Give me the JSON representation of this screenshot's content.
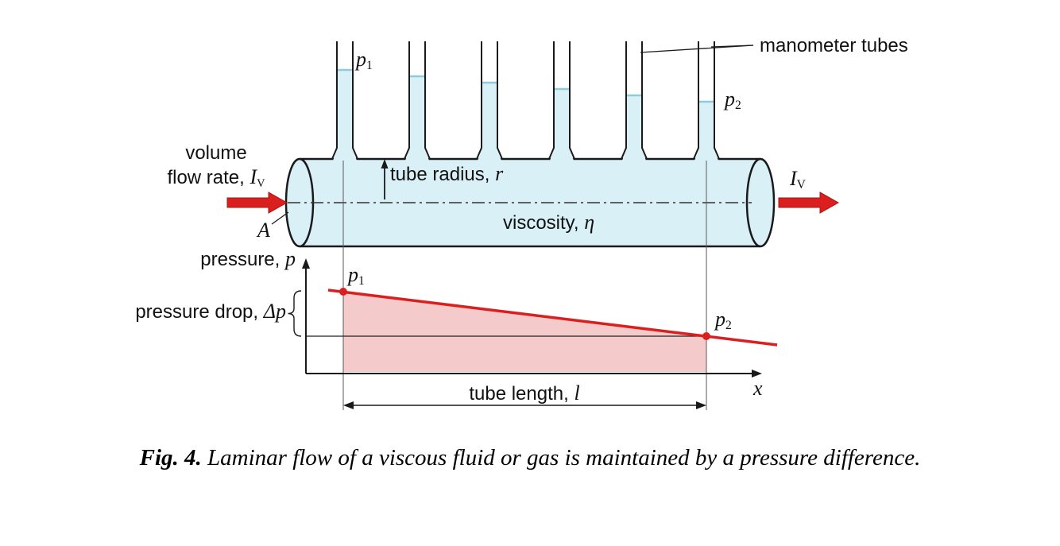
{
  "figure": {
    "labels": {
      "manometer_tubes": "manometer tubes",
      "volume_flow_line1": "volume",
      "volume_flow_line2": "flow rate, ",
      "flow_symbol_base": "I",
      "flow_symbol_sub": "V",
      "area_symbol": "A",
      "tube_radius_text": "tube radius, ",
      "tube_radius_symbol": "r",
      "viscosity_text": "viscosity, ",
      "viscosity_symbol": "η",
      "p1_base": "p",
      "p1_sub": "1",
      "p2_base": "p",
      "p2_sub": "2"
    },
    "graph": {
      "pressure_axis_text": "pressure, ",
      "pressure_axis_symbol": "p",
      "pressure_drop_text": "pressure drop, ",
      "pressure_drop_symbol": "Δp",
      "tube_length_text": "tube length, ",
      "tube_length_symbol": "l",
      "x_axis_symbol": "x"
    },
    "caption": {
      "label": "Fig. 4.",
      "text": "Laminar flow of a viscous fluid or gas is maintained by a pressure difference."
    },
    "colors": {
      "fluid": "#d8f0f6",
      "meniscus": "#8ecbdd",
      "red": "#db1f1f",
      "shaded_area": "#f4caca",
      "outline": "#1a1a1a"
    }
  }
}
